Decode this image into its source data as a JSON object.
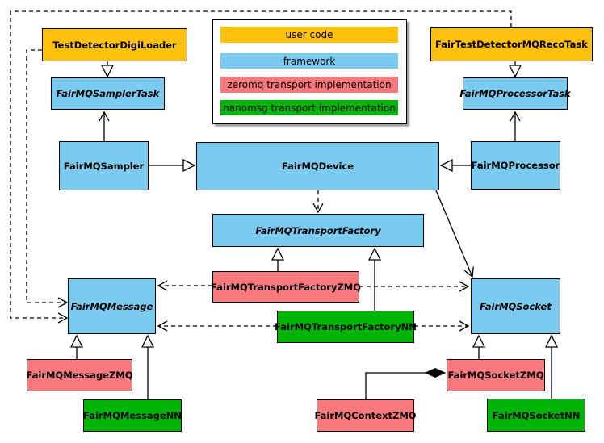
{
  "diagram_type": "uml-class-diagram",
  "subject": "FairMQ framework class relationships",
  "legend": {
    "items": [
      {
        "label": "user code",
        "color": "#FFC10D"
      },
      {
        "label": "framework",
        "color": "#7ACBEF"
      },
      {
        "label": "zeromq transport implementation",
        "color": "#F9797D"
      },
      {
        "label": "nanomsg transport implementation",
        "color": "#00B307"
      }
    ]
  },
  "nodes": [
    {
      "label": "TestDetectorDigiLoader",
      "category": "user code",
      "abstract": false
    },
    {
      "label": "FairTestDetectorMQRecoTask",
      "category": "user code",
      "abstract": false
    },
    {
      "label": "FairMQSamplerTask",
      "category": "framework",
      "abstract": true
    },
    {
      "label": "FairMQProcessorTask",
      "category": "framework",
      "abstract": true
    },
    {
      "label": "FairMQSampler",
      "category": "framework",
      "abstract": false
    },
    {
      "label": "FairMQDevice",
      "category": "framework",
      "abstract": false
    },
    {
      "label": "FairMQProcessor",
      "category": "framework",
      "abstract": false
    },
    {
      "label": "FairMQTransportFactory",
      "category": "framework",
      "abstract": true
    },
    {
      "label": "FairMQTransportFactoryZMQ",
      "category": "zeromq",
      "abstract": false
    },
    {
      "label": "FairMQTransportFactoryNN",
      "category": "nanomsg",
      "abstract": false
    },
    {
      "label": "FairMQMessage",
      "category": "framework",
      "abstract": true
    },
    {
      "label": "FairMQSocket",
      "category": "framework",
      "abstract": true
    },
    {
      "label": "FairMQMessageZMQ",
      "category": "zeromq",
      "abstract": false
    },
    {
      "label": "FairMQMessageNN",
      "category": "nanomsg",
      "abstract": false
    },
    {
      "label": "FairMQSocketZMQ",
      "category": "zeromq",
      "abstract": false
    },
    {
      "label": "FairMQSocketNN",
      "category": "nanomsg",
      "abstract": false
    },
    {
      "label": "FairMQContextZMQ",
      "category": "zeromq",
      "abstract": false
    }
  ],
  "edges": [
    {
      "from": "TestDetectorDigiLoader",
      "to": "FairMQSamplerTask",
      "type": "hollow-triangle"
    },
    {
      "from": "FairTestDetectorMQRecoTask",
      "to": "FairMQProcessorTask",
      "type": "hollow-triangle"
    },
    {
      "from": "FairMQSampler",
      "to": "FairMQSamplerTask",
      "type": "open-arrow"
    },
    {
      "from": "FairMQProcessor",
      "to": "FairMQProcessorTask",
      "type": "open-arrow"
    },
    {
      "from": "FairMQSampler",
      "to": "FairMQDevice",
      "type": "hollow-triangle"
    },
    {
      "from": "FairMQProcessor",
      "to": "FairMQDevice",
      "type": "hollow-triangle"
    },
    {
      "from": "FairMQDevice",
      "to": "FairMQTransportFactory",
      "type": "dashed-open-arrow"
    },
    {
      "from": "FairMQDevice",
      "to": "FairMQSocket",
      "type": "open-arrow"
    },
    {
      "from": "FairMQTransportFactoryZMQ",
      "to": "FairMQTransportFactory",
      "type": "hollow-triangle"
    },
    {
      "from": "FairMQTransportFactoryNN",
      "to": "FairMQTransportFactory",
      "type": "hollow-triangle"
    },
    {
      "from": "FairMQTransportFactoryZMQ",
      "to": "FairMQMessage",
      "type": "dashed-open-arrow"
    },
    {
      "from": "FairMQTransportFactoryZMQ",
      "to": "FairMQSocket",
      "type": "dashed-open-arrow"
    },
    {
      "from": "FairMQTransportFactoryNN",
      "to": "FairMQMessage",
      "type": "dashed-open-arrow"
    },
    {
      "from": "FairMQTransportFactoryNN",
      "to": "FairMQSocket",
      "type": "dashed-open-arrow"
    },
    {
      "from": "TestDetectorDigiLoader",
      "to": "FairMQMessage",
      "type": "dashed-open-arrow"
    },
    {
      "from": "FairTestDetectorMQRecoTask",
      "to": "FairMQMessage",
      "type": "dashed-open-arrow"
    },
    {
      "from": "FairMQMessageZMQ",
      "to": "FairMQMessage",
      "type": "hollow-triangle"
    },
    {
      "from": "FairMQMessageNN",
      "to": "FairMQMessage",
      "type": "hollow-triangle"
    },
    {
      "from": "FairMQSocketZMQ",
      "to": "FairMQSocket",
      "type": "hollow-triangle"
    },
    {
      "from": "FairMQSocketNN",
      "to": "FairMQSocket",
      "type": "hollow-triangle"
    },
    {
      "from": "FairMQContextZMQ",
      "to": "FairMQSocketZMQ",
      "type": "composition-diamond"
    }
  ]
}
